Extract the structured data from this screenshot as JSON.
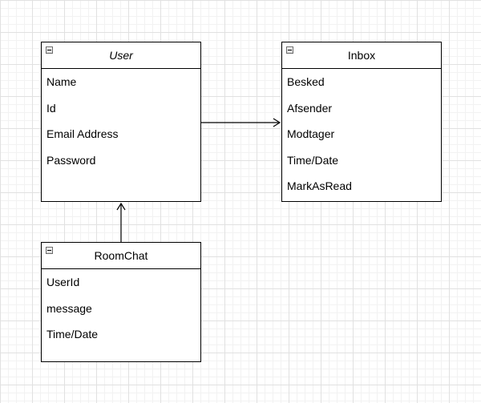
{
  "classes": {
    "user": {
      "name": "User",
      "fields": [
        "Name",
        "Id",
        "Email Address",
        "Password"
      ]
    },
    "inbox": {
      "name": "Inbox",
      "fields": [
        "Besked",
        "Afsender",
        "Modtager",
        "Time/Date",
        "MarkAsRead"
      ]
    },
    "roomchat": {
      "name": "RoomChat",
      "fields": [
        "UserId",
        "message",
        "Time/Date"
      ]
    }
  },
  "connectors": [
    {
      "from": "User",
      "to": "Inbox",
      "arrow": "open"
    },
    {
      "from": "RoomChat",
      "to": "User",
      "arrow": "open"
    }
  ],
  "colors": {
    "grid_major": "#e1e1e1",
    "grid_minor": "#f2f2f2",
    "stroke": "#000000",
    "fill": "#ffffff"
  },
  "icons": {
    "collapse": "collapse-minus-icon"
  }
}
